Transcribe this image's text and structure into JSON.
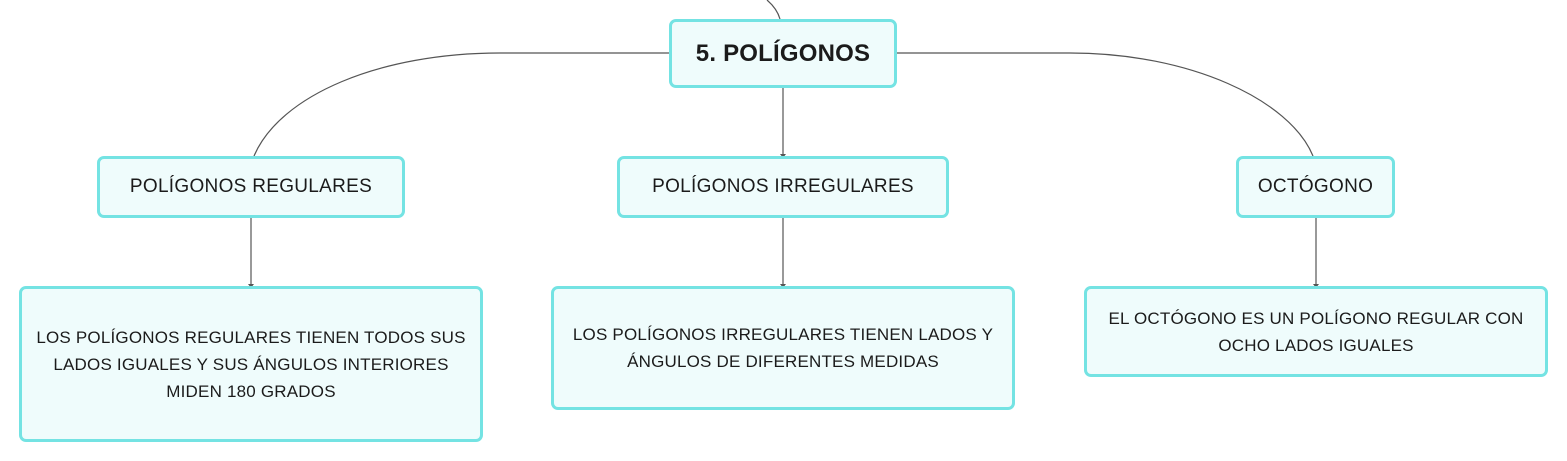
{
  "map": {
    "root": {
      "label": "5. POLÍGONOS"
    },
    "branches": [
      {
        "label": "POLÍGONOS REGULARES",
        "detail": "LOS POLÍGONOS REGULARES TIENEN TODOS SUS LADOS IGUALES Y SUS ÁNGULOS INTERIORES MIDEN 180 GRADOS"
      },
      {
        "label": "POLÍGONOS IRREGULARES",
        "detail": "LOS POLÍGONOS IRREGULARES TIENEN LADOS Y ÁNGULOS DE DIFERENTES MEDIDAS"
      },
      {
        "label": "OCTÓGONO",
        "detail": "EL OCTÓGONO ES UN POLÍGONO REGULAR CON OCHO LADOS IGUALES"
      }
    ]
  },
  "colors": {
    "node_fill": "#effcfc",
    "node_border": "#74e3e3",
    "connector": "#555555",
    "text": "#1b1b1b"
  }
}
